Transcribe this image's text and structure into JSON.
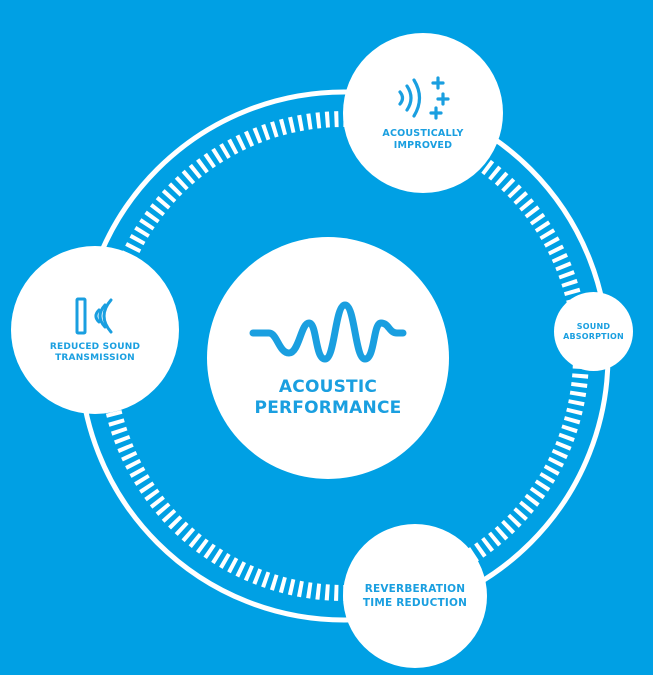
{
  "diagram": {
    "colors": {
      "background": "#00a0e4",
      "node_fill": "#ffffff",
      "accent": "#1a9fe0"
    },
    "center": {
      "label": "ACOUSTIC\nPERFORMANCE",
      "icon": "sound-wave-icon"
    },
    "nodes": {
      "top": {
        "label": "ACOUSTICALLY\nIMPROVED",
        "icon": "sound-waves-plus-icon"
      },
      "left": {
        "label": "REDUCED SOUND\nTRANSMISSION",
        "icon": "wall-sound-icon"
      },
      "right": {
        "label": "SOUND\nABSORPTION"
      },
      "bottom": {
        "label": "REVERBERATION\nTIME REDUCTION"
      }
    }
  }
}
